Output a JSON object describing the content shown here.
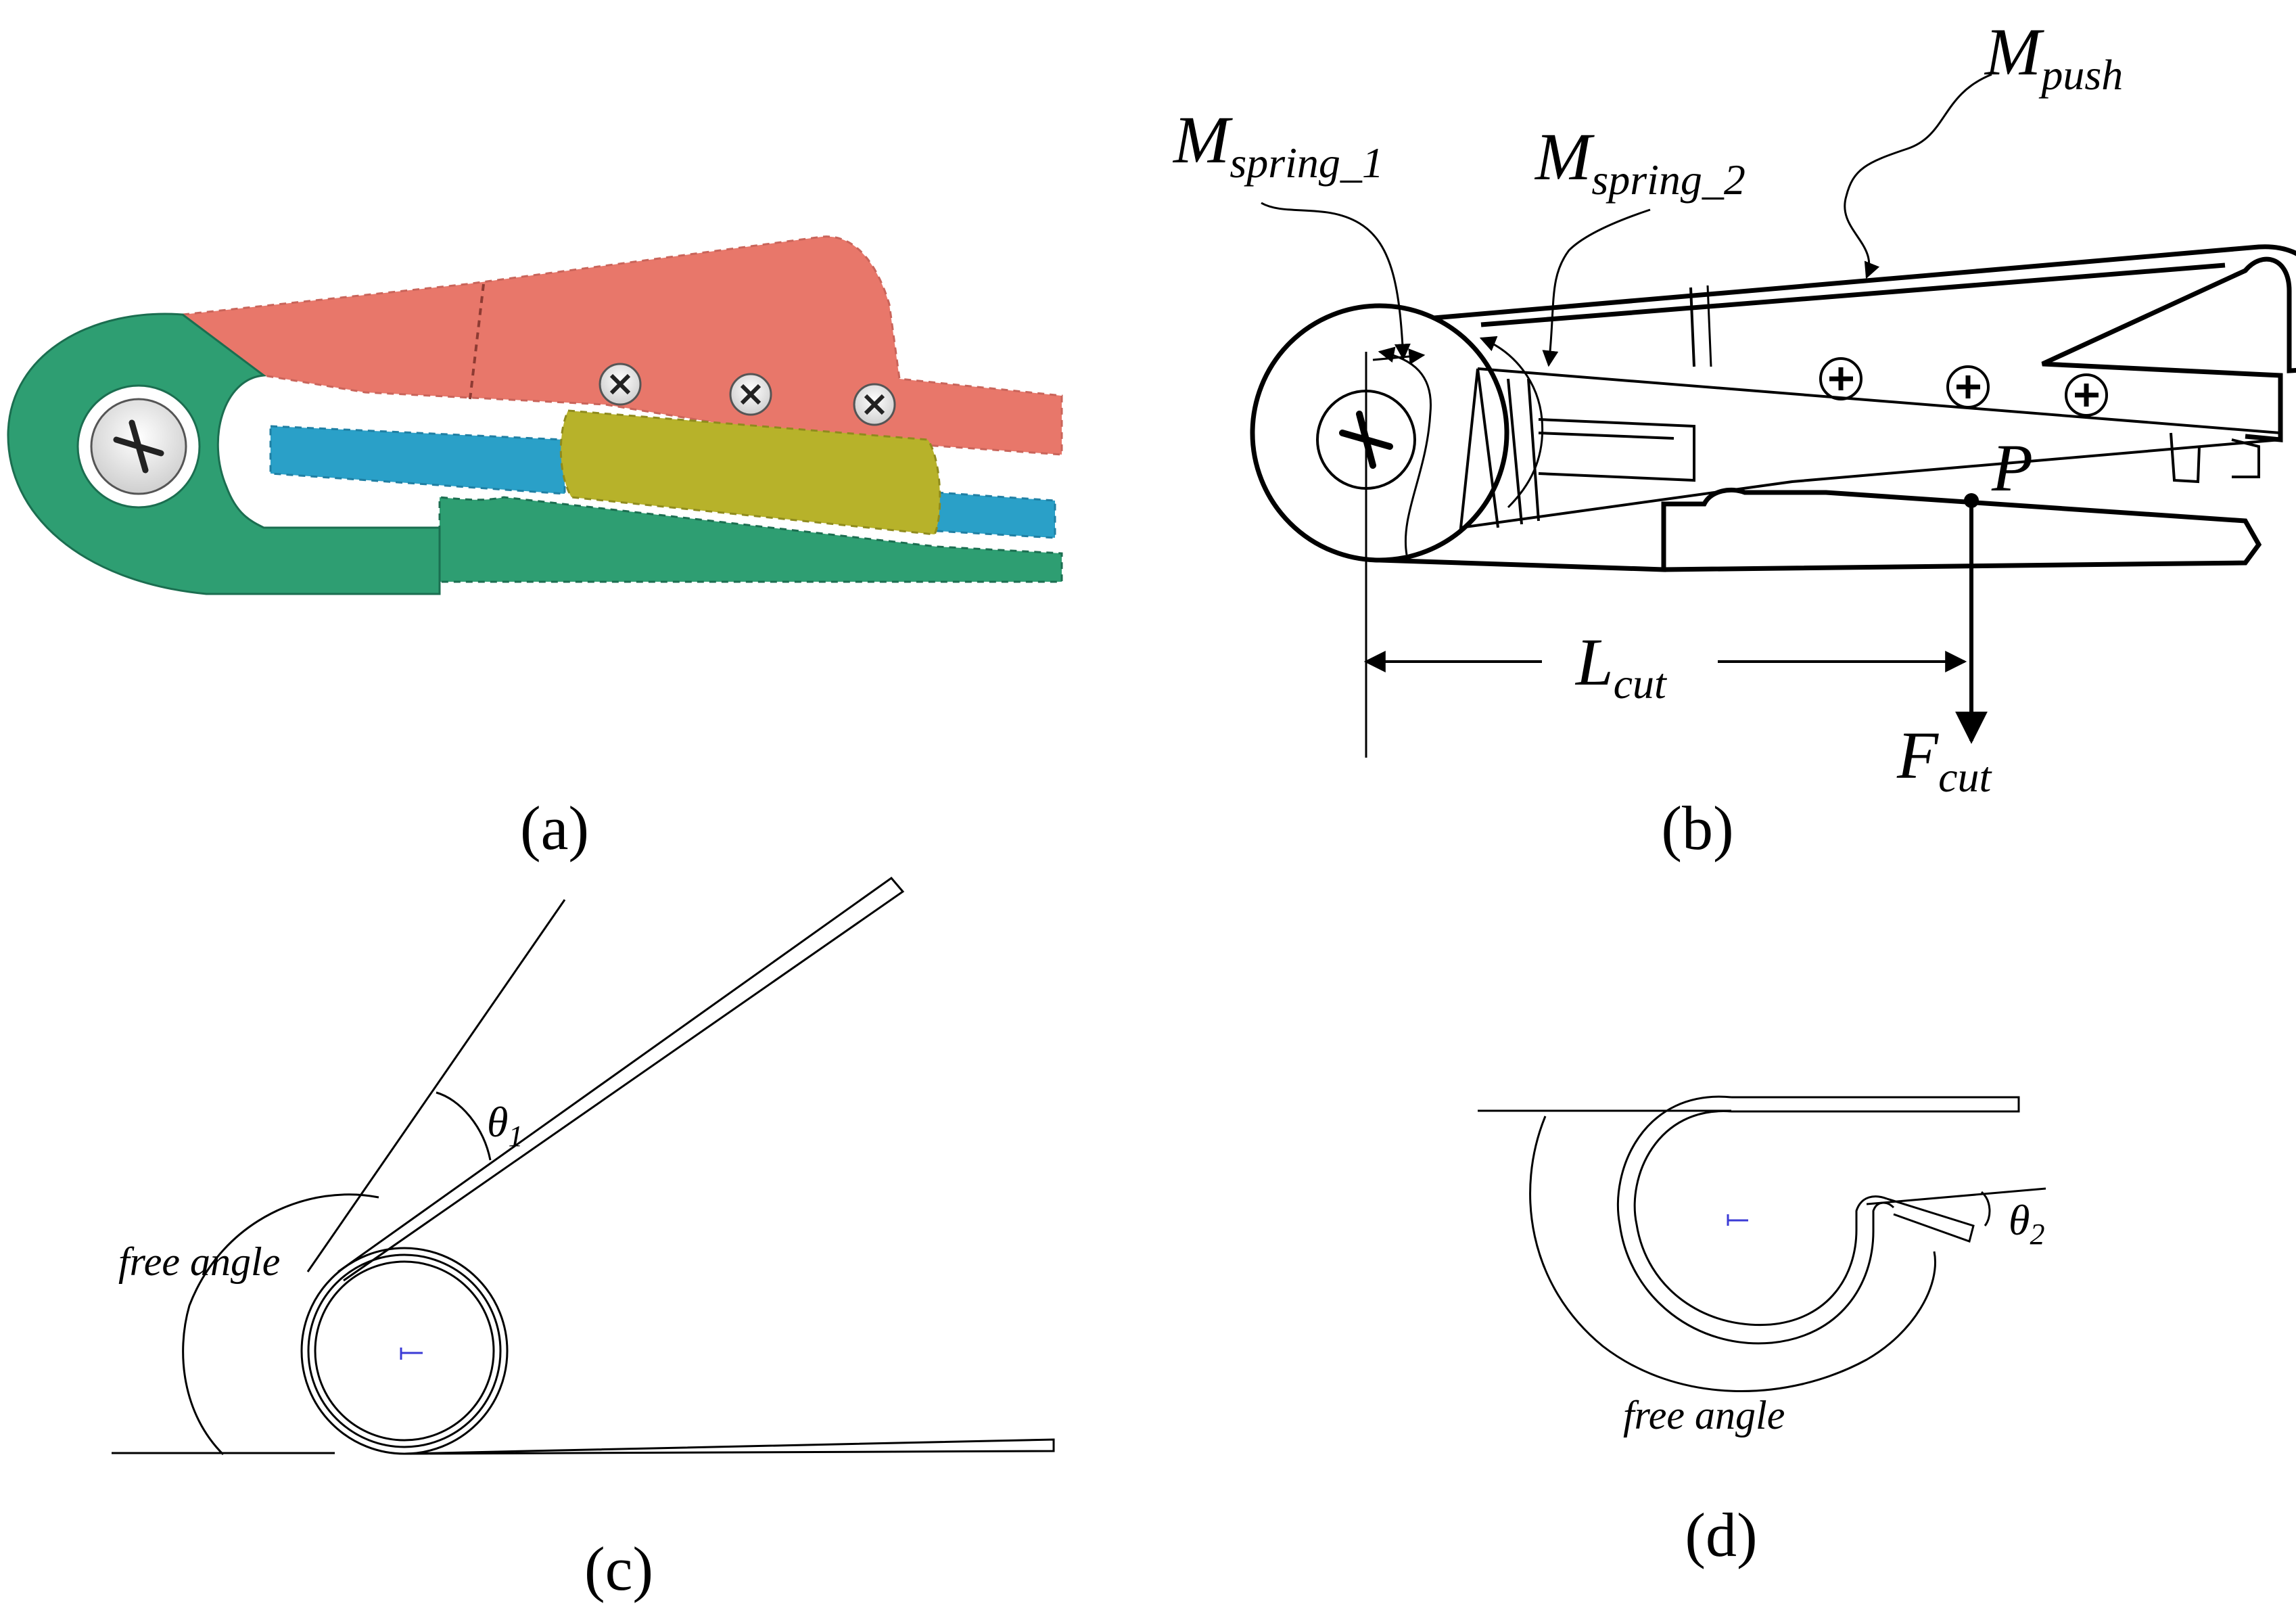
{
  "panels": {
    "a": {
      "label": "(a)"
    },
    "b": {
      "label": "(b)",
      "m_push": {
        "main": "M",
        "sub": "push"
      },
      "m_spring_1": {
        "main": "M",
        "sub": "spring_1"
      },
      "m_spring_2": {
        "main": "M",
        "sub": "spring_2"
      },
      "point": "P",
      "l_cut": {
        "main": "L",
        "sub": "cut"
      },
      "f_cut": {
        "main": "F",
        "sub": "cut"
      }
    },
    "c": {
      "label": "(c)",
      "theta": {
        "main": "θ",
        "sub": "1"
      },
      "free_angle": "free angle"
    },
    "d": {
      "label": "(d)",
      "theta": {
        "main": "θ",
        "sub": "2"
      },
      "free_angle": "free angle"
    }
  },
  "colors": {
    "salmon": "#e8776a",
    "salmon_dark": "#c9645a",
    "green": "#2e9e72",
    "blue": "#2aa0c8",
    "blue_dark": "#1f7fa3",
    "olive": "#b7b22a",
    "olive_dark": "#8f8b1d",
    "marker_blue": "#3b3bd6"
  }
}
